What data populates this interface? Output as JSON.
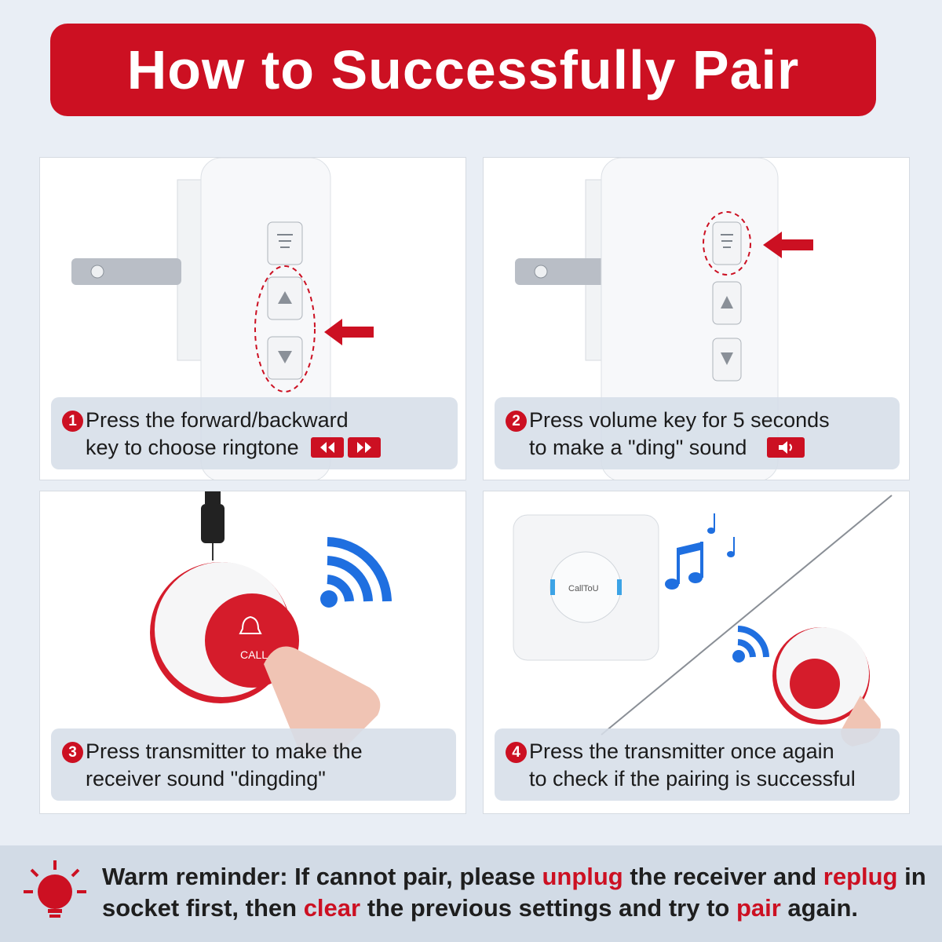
{
  "title": "How to Successfully Pair",
  "steps": [
    {
      "num": "1",
      "line1": "Press the forward/backward",
      "line2": "key to choose ringtone",
      "icon": "rewind-forward-icons"
    },
    {
      "num": "2",
      "line1": "Press volume key for 5 seconds",
      "line2": "to make a \"ding\" sound",
      "icon": "speaker-icon"
    },
    {
      "num": "3",
      "line1": "Press transmitter to make the",
      "line2": "receiver sound \"dingding\""
    },
    {
      "num": "4",
      "line1": "Press the transmitter once again",
      "line2": "to check if the pairing is successful"
    }
  ],
  "device": {
    "brand": "CallToU",
    "button_label": "CALL"
  },
  "reminder": {
    "p1": "Warm reminder: If cannot pair, please ",
    "w1": "unplug",
    "p2": " the receiver and ",
    "w2": "replug",
    "p3": " in socket first, then ",
    "w3": "clear",
    "p4": " the previous settings and try to ",
    "w4": "pair",
    "p5": " again."
  },
  "colors": {
    "accent": "#cc1022",
    "wifi": "#1f6fe0",
    "panel_bg": "#ffffff",
    "page_bg": "#e9eef5"
  }
}
